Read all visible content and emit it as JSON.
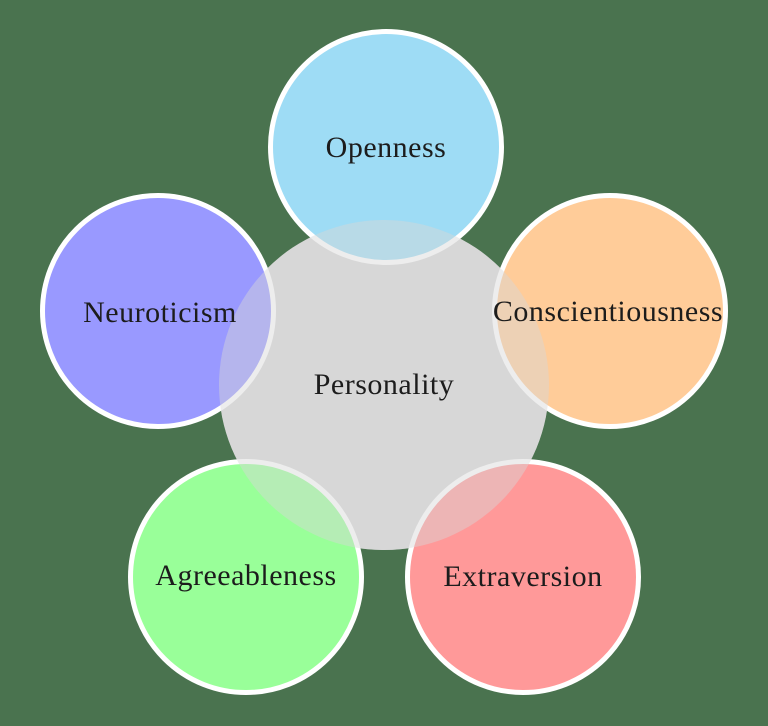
{
  "background_color": "#4a734f",
  "stroke_color": "#ffffff",
  "center": {
    "label": "Personality",
    "color": "#d8d8d8",
    "overlay_color": "rgba(216,216,216,0.45)"
  },
  "traits": [
    {
      "id": "openness",
      "label": "Openness",
      "color": "#9edcf5"
    },
    {
      "id": "conscientiousness",
      "label": "Conscientiousness",
      "color": "#ffcc99"
    },
    {
      "id": "extraversion",
      "label": "Extraversion",
      "color": "#ff9999"
    },
    {
      "id": "agreeableness",
      "label": "Agreeableness",
      "color": "#99ff99"
    },
    {
      "id": "neuroticism",
      "label": "Neuroticism",
      "color": "#9999ff"
    }
  ]
}
